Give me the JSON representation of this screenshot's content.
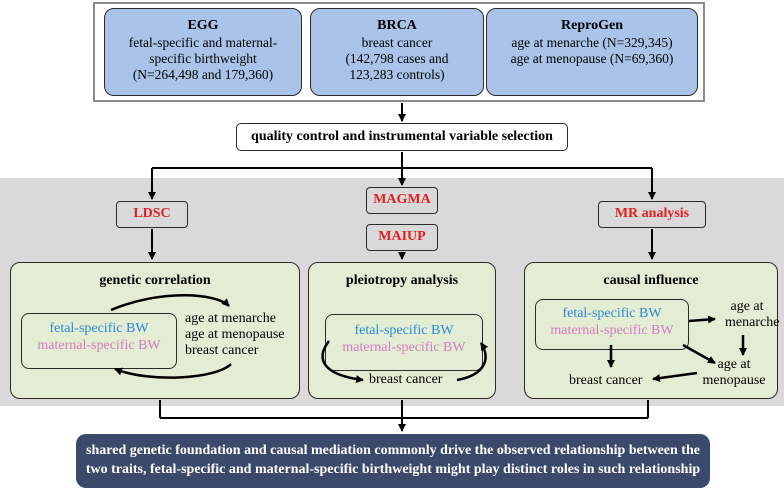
{
  "sources": [
    {
      "name": "EGG",
      "lines": [
        "fetal-specific and maternal-",
        "specific birthweight",
        "(N=264,498 and 179,360)"
      ]
    },
    {
      "name": "BRCA",
      "lines": [
        "breast cancer",
        "(142,798 cases and",
        "123,283 controls)"
      ]
    },
    {
      "name": "ReproGen",
      "lines": [
        "age at menarche (N=329,345)",
        "age at menopause (N=69,360)"
      ]
    }
  ],
  "qc_label": "quality control and instrumental variable selection",
  "methods": {
    "ldsc": "LDSC",
    "magma": "MAGMA",
    "maiup": "MAIUP",
    "mr": "MR analysis"
  },
  "panels": {
    "genetic_correlation": {
      "title": "genetic correlation",
      "fetal": "fetal-specific BW",
      "maternal": "maternal-specific BW",
      "traits": [
        "age at menarche",
        "age at menopause",
        "breast cancer"
      ]
    },
    "pleiotropy": {
      "title": "pleiotropy analysis",
      "fetal": "fetal-specific BW",
      "maternal": "maternal-specific BW",
      "outcome": "breast cancer"
    },
    "causal": {
      "title": "causal influence",
      "fetal": "fetal-specific BW",
      "maternal": "maternal-specific BW",
      "menarche": [
        "age at",
        "menarche"
      ],
      "menopause": [
        "age at",
        "menopause"
      ],
      "outcome": "breast cancer"
    }
  },
  "conclusion": [
    "shared genetic foundation and causal mediation commonly drive the observed relationship between the",
    "two traits, fetal-specific and maternal-specific birthweight might play distinct roles in such relationship"
  ],
  "colors": {
    "source_fill": "#a9c4e8",
    "panel_fill": "#e3edd3",
    "band": "#d9d9d9",
    "method_text": "#e02020",
    "fetal_text": "#2a8ad6",
    "maternal_text": "#d67bc4",
    "conclusion_fill": "#3b4a6b"
  }
}
